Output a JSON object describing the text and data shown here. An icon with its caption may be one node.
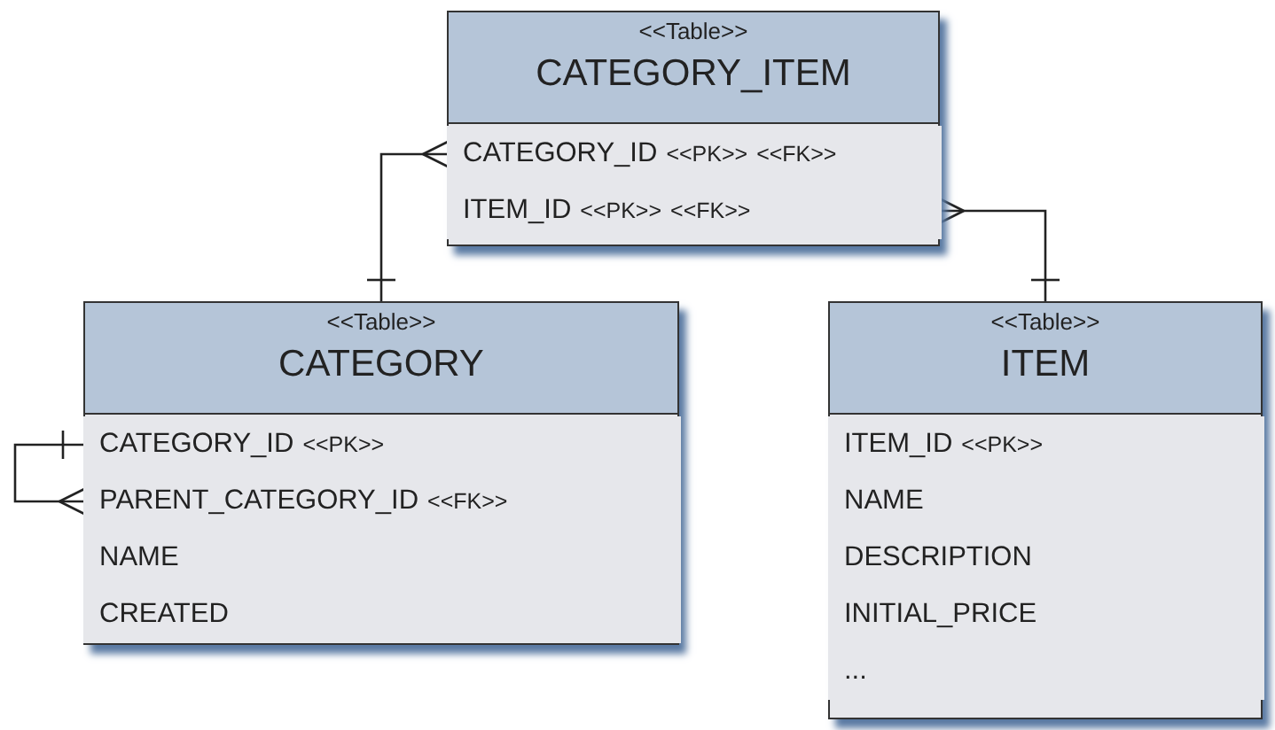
{
  "diagram": {
    "nodes": [
      {
        "text": [
          "<<Table>>",
          "CATEGORY_ITEM"
        ]
      },
      {
        "text": [
          "CATEGORY_ID",
          "<<PK>>",
          "<<FK>>"
        ],
        "in": 0
      },
      {
        "text": [
          "ITEM_ID",
          "<<PK>>",
          "<<FK>>"
        ],
        "in": 0
      },
      {
        "text": [
          "<<Table>>",
          "CATEGORY"
        ]
      },
      {
        "text": [
          "CATEGORY_ID",
          "<<PK>>"
        ],
        "in": 3
      },
      {
        "text": [
          "PARENT_CATEGORY_ID",
          "<<FK>>"
        ],
        "in": 3
      },
      {
        "text": [
          "NAME"
        ],
        "in": 3
      },
      {
        "text": [
          "CREATED"
        ],
        "in": 3
      },
      {
        "text": [
          "<<Table>>",
          "ITEM"
        ]
      },
      {
        "text": [
          "ITEM_ID",
          "<<PK>>"
        ],
        "in": 8
      },
      {
        "text": [
          "NAME"
        ],
        "in": 8
      },
      {
        "text": [
          "DESCRIPTION"
        ],
        "in": 8
      },
      {
        "text": [
          "INITIAL_PRICE"
        ],
        "in": 8
      },
      {
        "text": [
          "..."
        ],
        "in": 8
      }
    ],
    "edges": [
      {
        "from": 1,
        "to": 3,
        "arrow": "other"
      },
      {
        "from": 2,
        "to": 8,
        "arrow": "other"
      },
      {
        "from": 5,
        "to": 4,
        "arrow": "other"
      }
    ]
  }
}
